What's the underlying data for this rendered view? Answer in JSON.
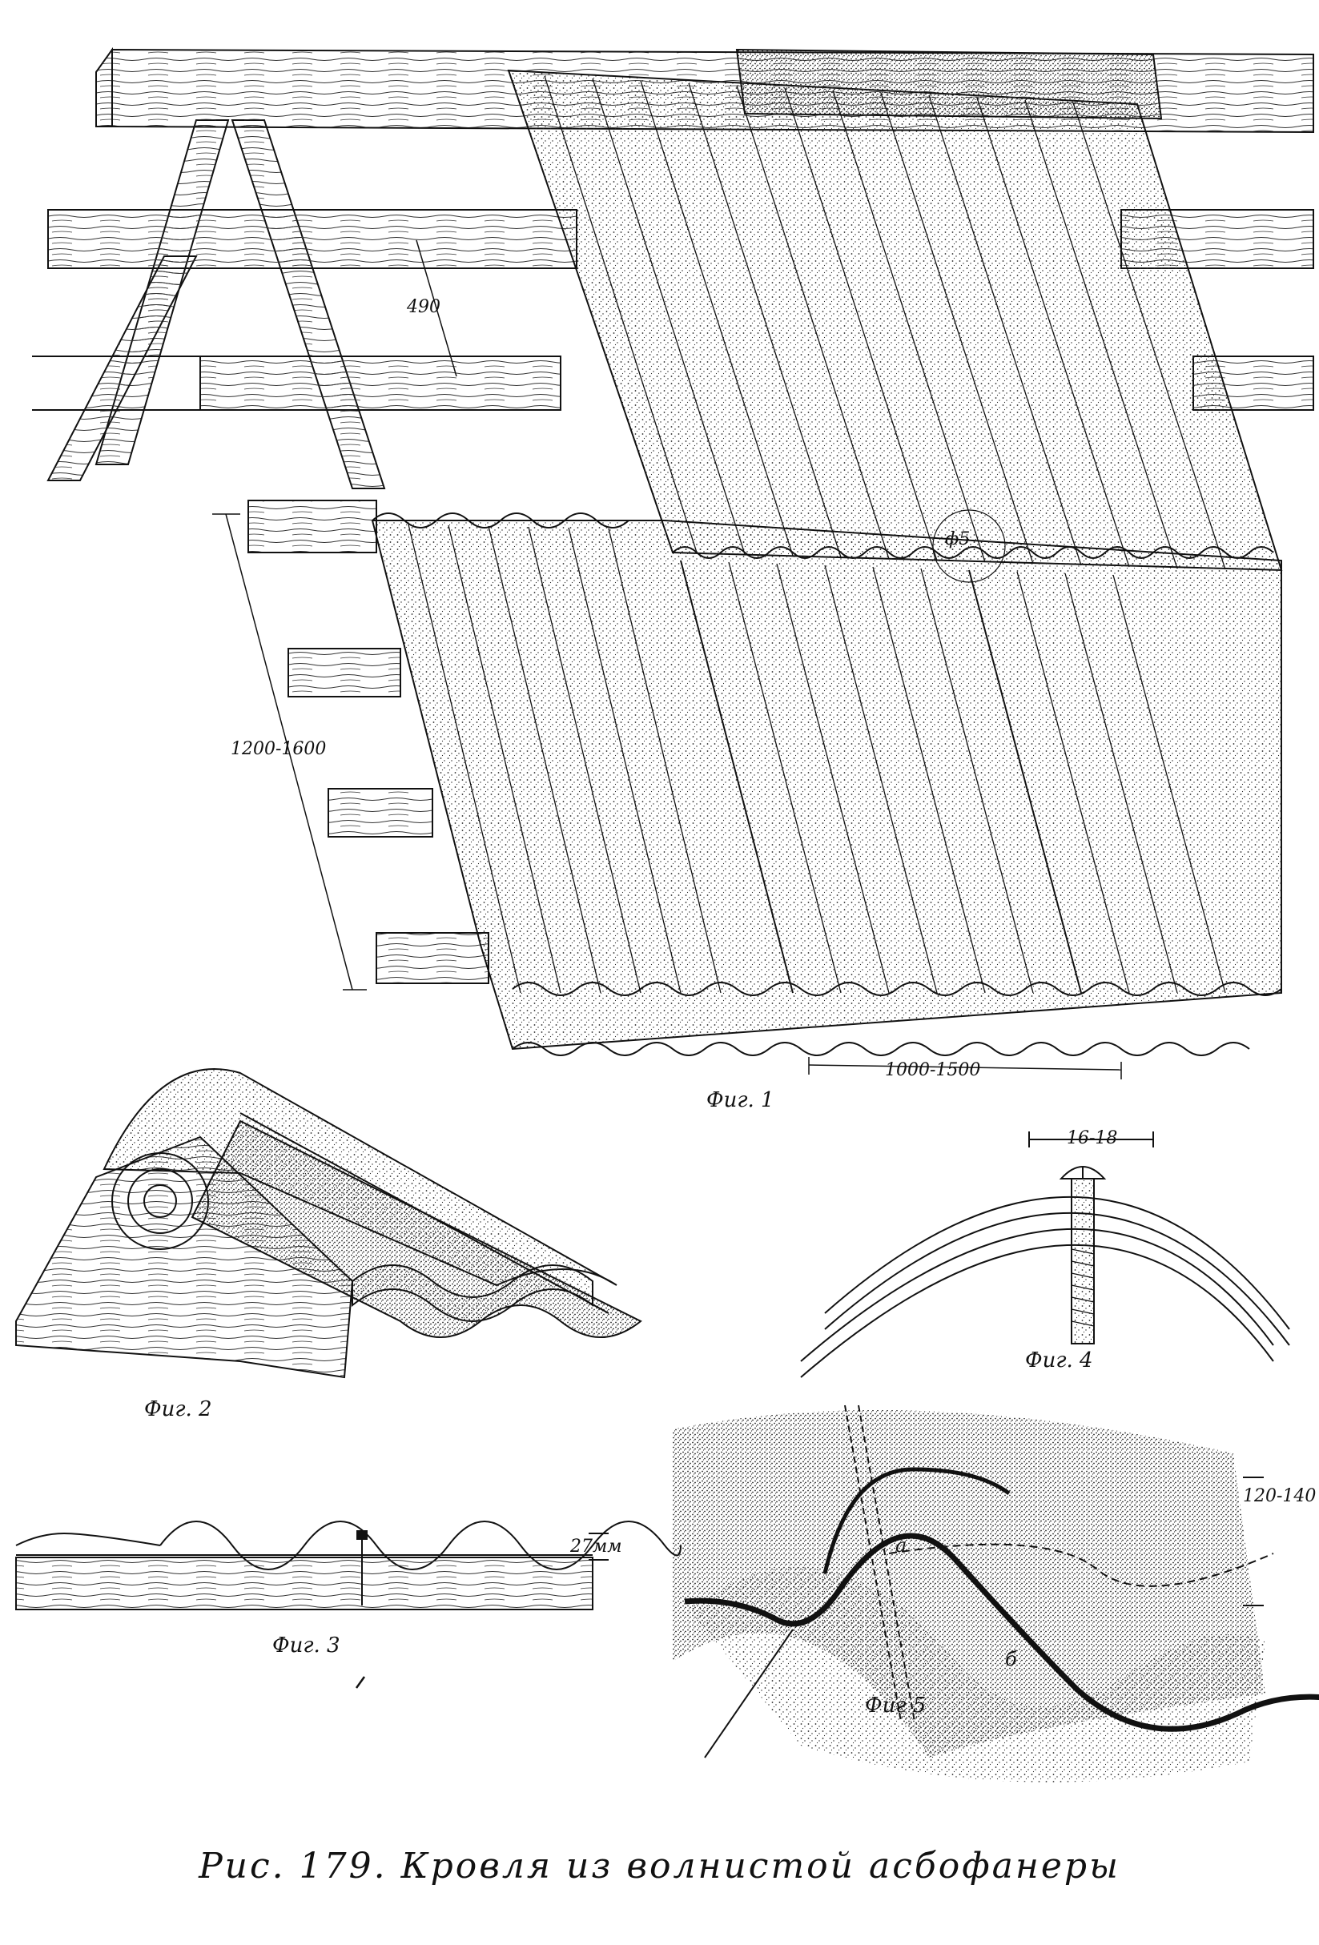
{
  "figures": {
    "fig1": {
      "label": "Фиг. 1",
      "dims": {
        "batten_spacing": "490",
        "slope_span": "1200-1600",
        "sheet_width": "1000-1500",
        "hole": "ф5"
      }
    },
    "fig2": {
      "label": "Фиг. 2"
    },
    "fig3": {
      "label": "Фиг. 3",
      "dims": {
        "wave_height": "27мм"
      }
    },
    "fig4": {
      "label": "Фиг. 4",
      "dims": {
        "bolt_span": "16-18"
      }
    },
    "fig5": {
      "label": "Фиг 5",
      "dims": {
        "overlap": "120-140"
      },
      "marks": {
        "a": "а",
        "b": "б"
      }
    }
  },
  "caption": "Рис. 179. Кровля из волнистой асбофанеры",
  "colors": {
    "ink": "#111111",
    "paper": "#ffffff",
    "stipple": "#222222"
  }
}
